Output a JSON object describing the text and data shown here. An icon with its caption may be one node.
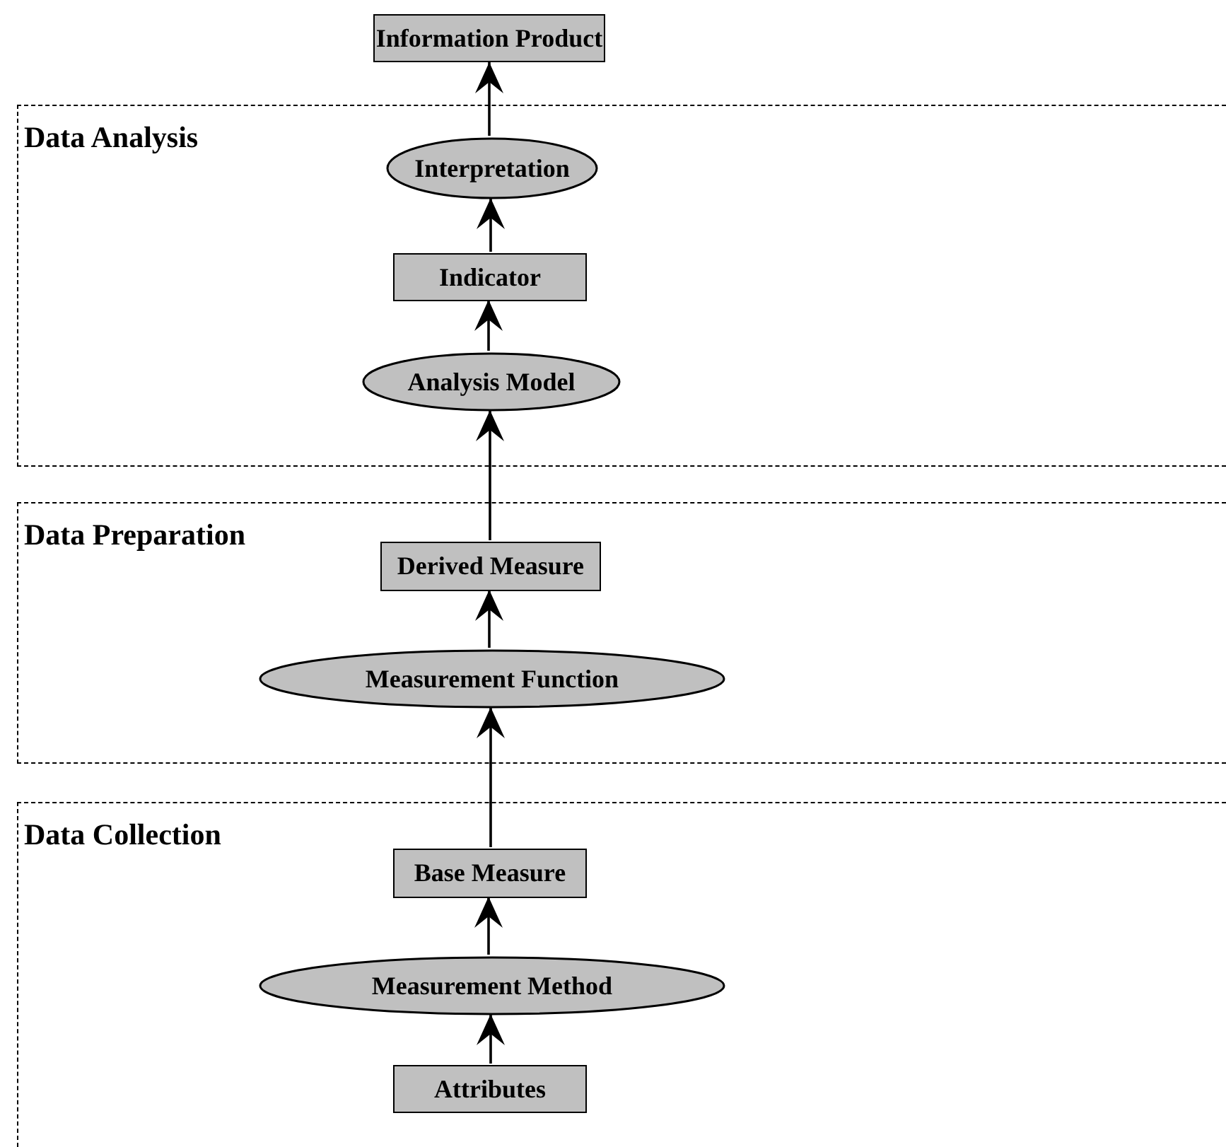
{
  "diagram": {
    "nodes": [
      {
        "text": [
          "Information Product"
        ]
      },
      {
        "text": [
          "Data Analysis"
        ]
      },
      {
        "text": [
          "Interpretation"
        ],
        "in": 1
      },
      {
        "text": [
          "Indicator"
        ],
        "in": 1
      },
      {
        "text": [
          "Analysis Model"
        ],
        "in": 1
      },
      {
        "text": [
          "Data Preparation"
        ]
      },
      {
        "text": [
          "Derived Measure"
        ],
        "in": 5
      },
      {
        "text": [
          "Measurement Function"
        ],
        "in": 5
      },
      {
        "text": [
          "Data Collection"
        ]
      },
      {
        "text": [
          "Base Measure"
        ],
        "in": 8
      },
      {
        "text": [
          "Measurement Method"
        ],
        "in": 8
      },
      {
        "text": [
          "Attributes"
        ],
        "in": 8
      }
    ],
    "edges": [
      {
        "from": 2,
        "to": 0,
        "arrow": "to"
      },
      {
        "from": 3,
        "to": 2,
        "arrow": "to"
      },
      {
        "from": 4,
        "to": 3,
        "arrow": "to"
      },
      {
        "from": 6,
        "to": 4,
        "arrow": "to"
      },
      {
        "from": 7,
        "to": 6,
        "arrow": "to"
      },
      {
        "from": 9,
        "to": 7,
        "arrow": "to"
      },
      {
        "from": 10,
        "to": 9,
        "arrow": "to"
      },
      {
        "from": 11,
        "to": 10,
        "arrow": "to"
      }
    ]
  }
}
